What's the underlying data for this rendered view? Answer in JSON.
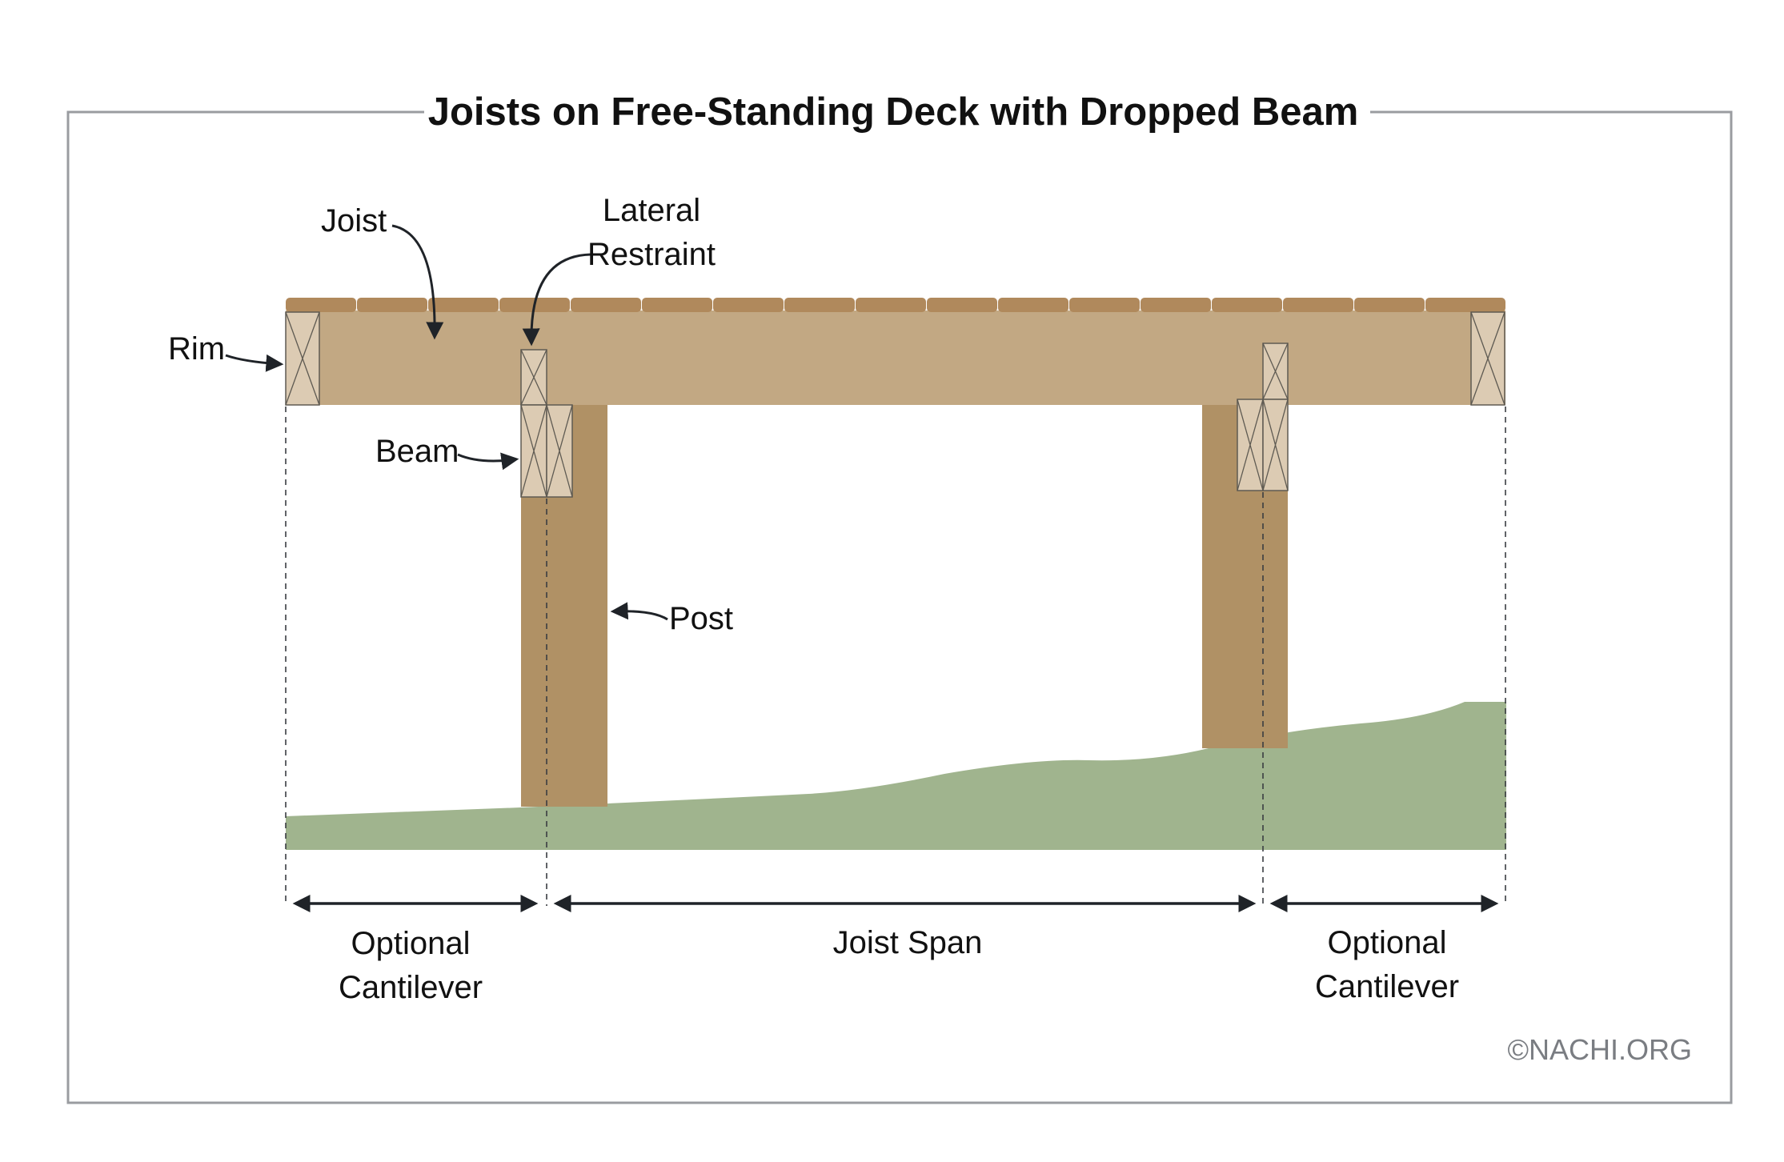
{
  "title": "Joists on Free-Standing Deck with Dropped Beam",
  "labels": {
    "joist": "Joist",
    "lateral_restraint_line1": "Lateral",
    "lateral_restraint_line2": "Restraint",
    "rim": "Rim",
    "beam": "Beam",
    "post": "Post"
  },
  "dimensions": {
    "left_cantilever_line1": "Optional",
    "left_cantilever_line2": "Cantilever",
    "joist_span": "Joist Span",
    "right_cantilever_line1": "Optional",
    "right_cantilever_line2": "Cantilever"
  },
  "copyright": "©NACHI.ORG",
  "colors": {
    "joist": "#c2a883",
    "decking": "#b0895c",
    "post": "#b09165",
    "blocking": "#dccbb3",
    "ground": "#a0b48e",
    "frame": "#9a9ca0",
    "ink": "#1f2328"
  }
}
